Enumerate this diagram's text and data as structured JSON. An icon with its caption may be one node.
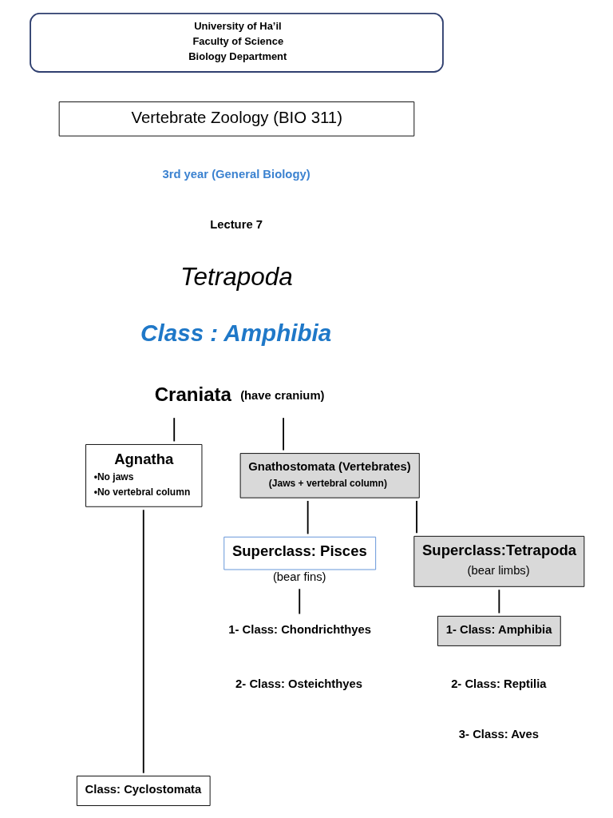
{
  "diagram": {
    "nodes": [
      {
        "text": [
          "University of Ha’il",
          "Faculty of Science",
          "Biology Department"
        ]
      },
      {
        "text": [
          "Vertebrate Zoology (BIO 311)"
        ]
      },
      {
        "text": [
          "Craniata"
        ],
        "beside": [
          "(have cranium)"
        ]
      },
      {
        "text": [
          "Agnatha",
          "•No jaws",
          "•No vertebral column"
        ]
      },
      {
        "text": [
          "Gnathostomata (Vertebrates)",
          "(Jaws + vertebral column)"
        ]
      },
      {
        "text": [
          "Superclass: Pisces"
        ],
        "beside": [
          "(bear fins)"
        ]
      },
      {
        "text": [
          "Superclass:Tetrapoda",
          "(bear limbs)"
        ]
      },
      {
        "text": [
          "1- Class: Chondrichthyes"
        ]
      },
      {
        "text": [
          "1- Class: Amphibia"
        ]
      },
      {
        "text": [
          "Class: Cyclostomata"
        ]
      }
    ],
    "edges": [
      {
        "from": 2,
        "to": 3,
        "arrow": "none"
      },
      {
        "from": 2,
        "to": 4,
        "arrow": "none"
      },
      {
        "from": 4,
        "to": 5,
        "arrow": "none"
      },
      {
        "from": 4,
        "to": 6,
        "arrow": "none"
      },
      {
        "from": 5,
        "to": 7,
        "arrow": "none"
      },
      {
        "from": 6,
        "to": 8,
        "arrow": "none"
      },
      {
        "from": 3,
        "to": 9,
        "arrow": "none"
      }
    ],
    "labels": [
      "3rd year (General Biology)",
      "Lecture 7",
      "Tetrapoda",
      "Class : Amphibia",
      "2- Class: Osteichthyes",
      "2- Class: Reptilia",
      "3- Class: Aves"
    ]
  }
}
